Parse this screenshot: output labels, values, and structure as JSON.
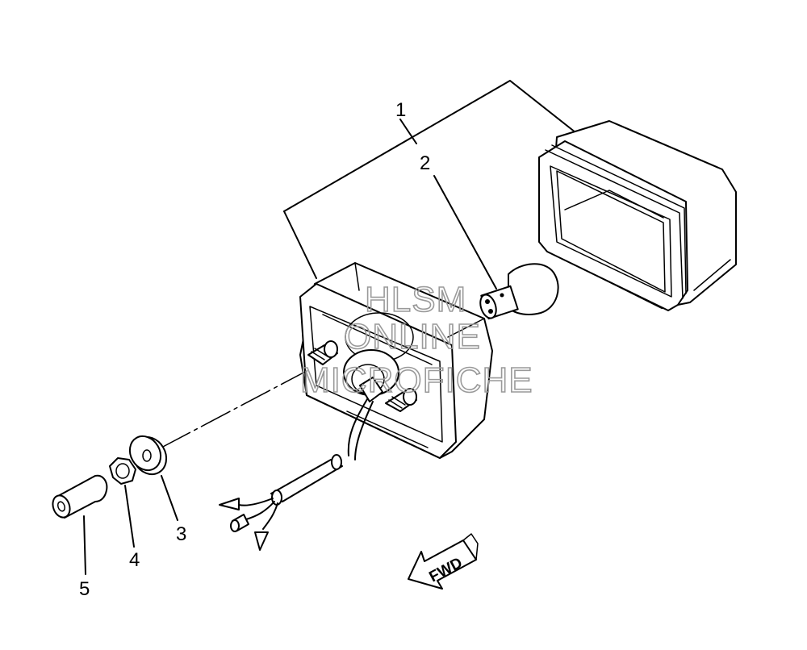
{
  "callouts": [
    {
      "id": "1",
      "label": "1"
    },
    {
      "id": "2",
      "label": "2"
    },
    {
      "id": "3",
      "label": "3"
    },
    {
      "id": "4",
      "label": "4"
    },
    {
      "id": "5",
      "label": "5"
    }
  ],
  "direction_arrow": {
    "label": "FWD",
    "icon": "arrow-down-left-icon"
  },
  "watermark": {
    "line1": "HLSM",
    "line2": "ONLINE",
    "line3": "MICROFICHE"
  }
}
